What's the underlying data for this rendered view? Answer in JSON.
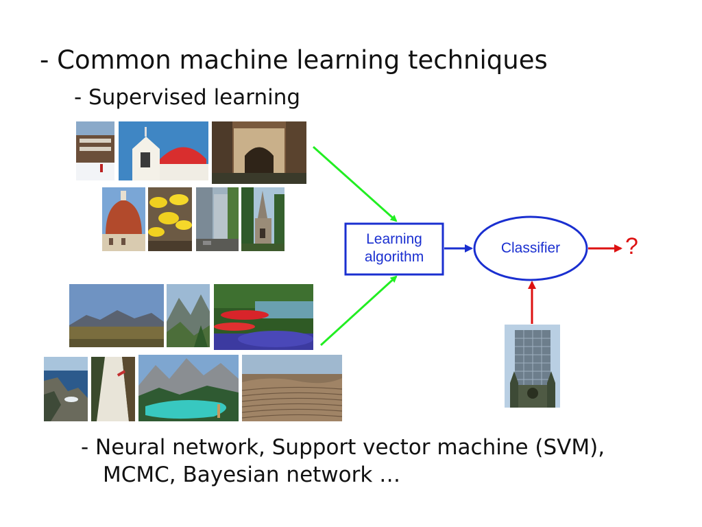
{
  "slide": {
    "bullets": {
      "level1": "- Common machine learning techniques",
      "level2": "- Supervised learning",
      "level3_line1": "- Neural network, Support vector machine (SVM),",
      "level3_line2": "MCMC, Bayesian network …"
    }
  },
  "diagram": {
    "learning_algorithm_line1": "Learning",
    "learning_algorithm_line2": "algorithm",
    "classifier": "Classifier",
    "output": "?",
    "colors": {
      "training_arrow": "#22ee22",
      "flow_arrow": "#1a2fd0",
      "output_arrow": "#dd1111",
      "node_border": "#1a2fd0"
    }
  }
}
